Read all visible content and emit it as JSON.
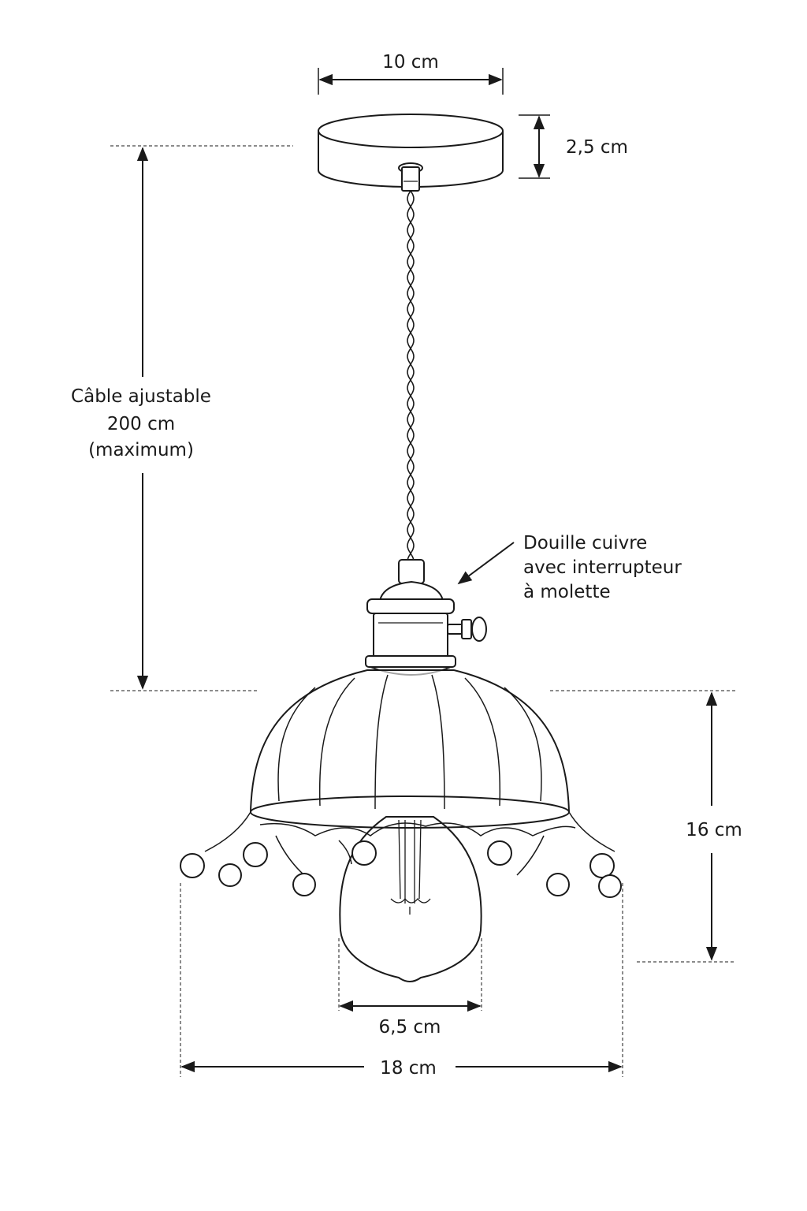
{
  "dimensions": {
    "canopy_width": "10 cm",
    "canopy_height": "2,5 cm",
    "cable": [
      "Câble ajustable",
      "200 cm",
      "(maximum)"
    ],
    "socket": [
      "Douille cuivre",
      "avec interrupteur",
      "à molette"
    ],
    "shade_height": "16 cm",
    "bulb_width": "6,5 cm",
    "shade_width": "18 cm"
  },
  "colors": {
    "line": "#1a1a1a",
    "background": "#ffffff"
  }
}
